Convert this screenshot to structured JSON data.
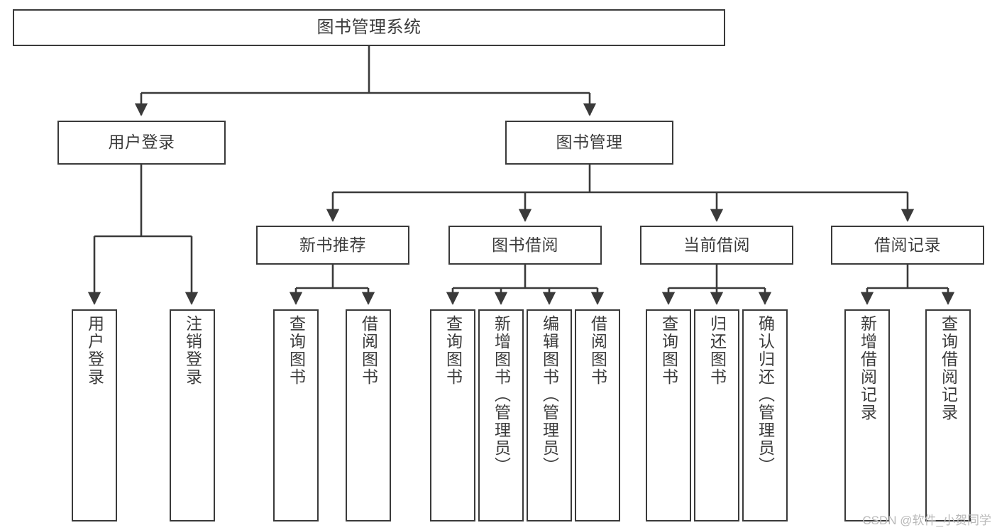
{
  "diagram": {
    "title": "图书管理系统",
    "type": "tree",
    "orientation": "top-down",
    "colors": {
      "node_border": "#3a3a3a",
      "node_fill": "#ffffff",
      "edge": "#3a3a3a",
      "text": "#3b3b3b",
      "watermark": "#b9b9b9",
      "background": "#ffffff"
    }
  },
  "root": {
    "label": "图书管理系统"
  },
  "level2": [
    {
      "label": "用户登录"
    },
    {
      "label": "图书管理"
    }
  ],
  "level3": [
    {
      "label": "新书推荐"
    },
    {
      "label": "图书借阅"
    },
    {
      "label": "当前借阅"
    },
    {
      "label": "借阅记录"
    }
  ],
  "leaves": {
    "user_login": [
      {
        "label": "用户登录"
      },
      {
        "label": "注销登录"
      }
    ],
    "new_book_recommend": [
      {
        "label": "查询图书"
      },
      {
        "label": "借阅图书"
      }
    ],
    "book_borrow": [
      {
        "label": "查询图书"
      },
      {
        "label": "新增图书（管理员）"
      },
      {
        "label": "编辑图书（管理员）"
      },
      {
        "label": "借阅图书"
      }
    ],
    "current_borrow": [
      {
        "label": "查询图书"
      },
      {
        "label": "归还图书"
      },
      {
        "label": "确认归还（管理员）"
      }
    ],
    "borrow_record": [
      {
        "label": "新增借阅记录"
      },
      {
        "label": "查询借阅记录"
      }
    ]
  },
  "watermark": {
    "text": "CSDN @软件_小贺同学"
  }
}
